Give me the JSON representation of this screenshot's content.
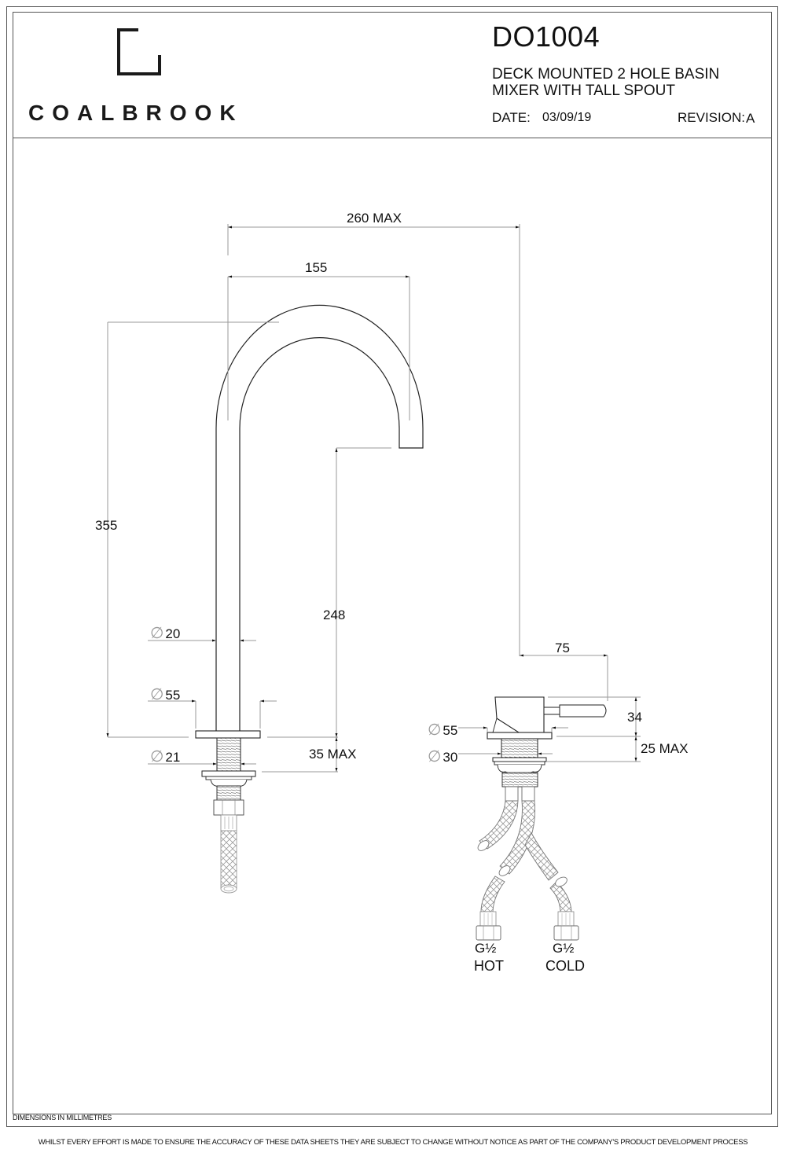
{
  "header": {
    "brand": "COALBROOK",
    "product_code": "DO1004",
    "description_line1": "DECK MOUNTED 2 HOLE BASIN",
    "description_line2": "MIXER WITH TALL SPOUT",
    "date_label": "DATE:",
    "date_value": "03/09/19",
    "revision_label": "REVISION:",
    "revision_value": "A"
  },
  "dimensions": {
    "spout_reach_max": "260 MAX",
    "spout_arc_width": "155",
    "spout_height": "355",
    "spout_outlet_height": "248",
    "spout_tube_dia": "20",
    "spout_base_dia": "55",
    "spout_shank_dia": "21",
    "spout_shank_length": "35 MAX",
    "mixer_lever_length": "75",
    "mixer_body_height": "34",
    "mixer_base_dia": "55",
    "mixer_shank_dia": "30",
    "mixer_shank_length": "25 MAX",
    "diameter_symbol": "∅"
  },
  "connections": [
    {
      "thread": "G½",
      "label": "HOT"
    },
    {
      "thread": "G½",
      "label": "COLD"
    }
  ],
  "footer": {
    "units_note": "DIMENSIONS IN  MILLIMETRES",
    "disclaimer": "WHILST EVERY EFFORT IS MADE TO ENSURE THE ACCURACY OF THESE DATA SHEETS THEY ARE SUBJECT TO CHANGE WITHOUT NOTICE AS PART OF THE COMPANY'S PRODUCT DEVELOPMENT PROCESS"
  },
  "colors": {
    "line": "#222222",
    "dimension_line": "#9a9a9a",
    "frame": "#555555"
  }
}
